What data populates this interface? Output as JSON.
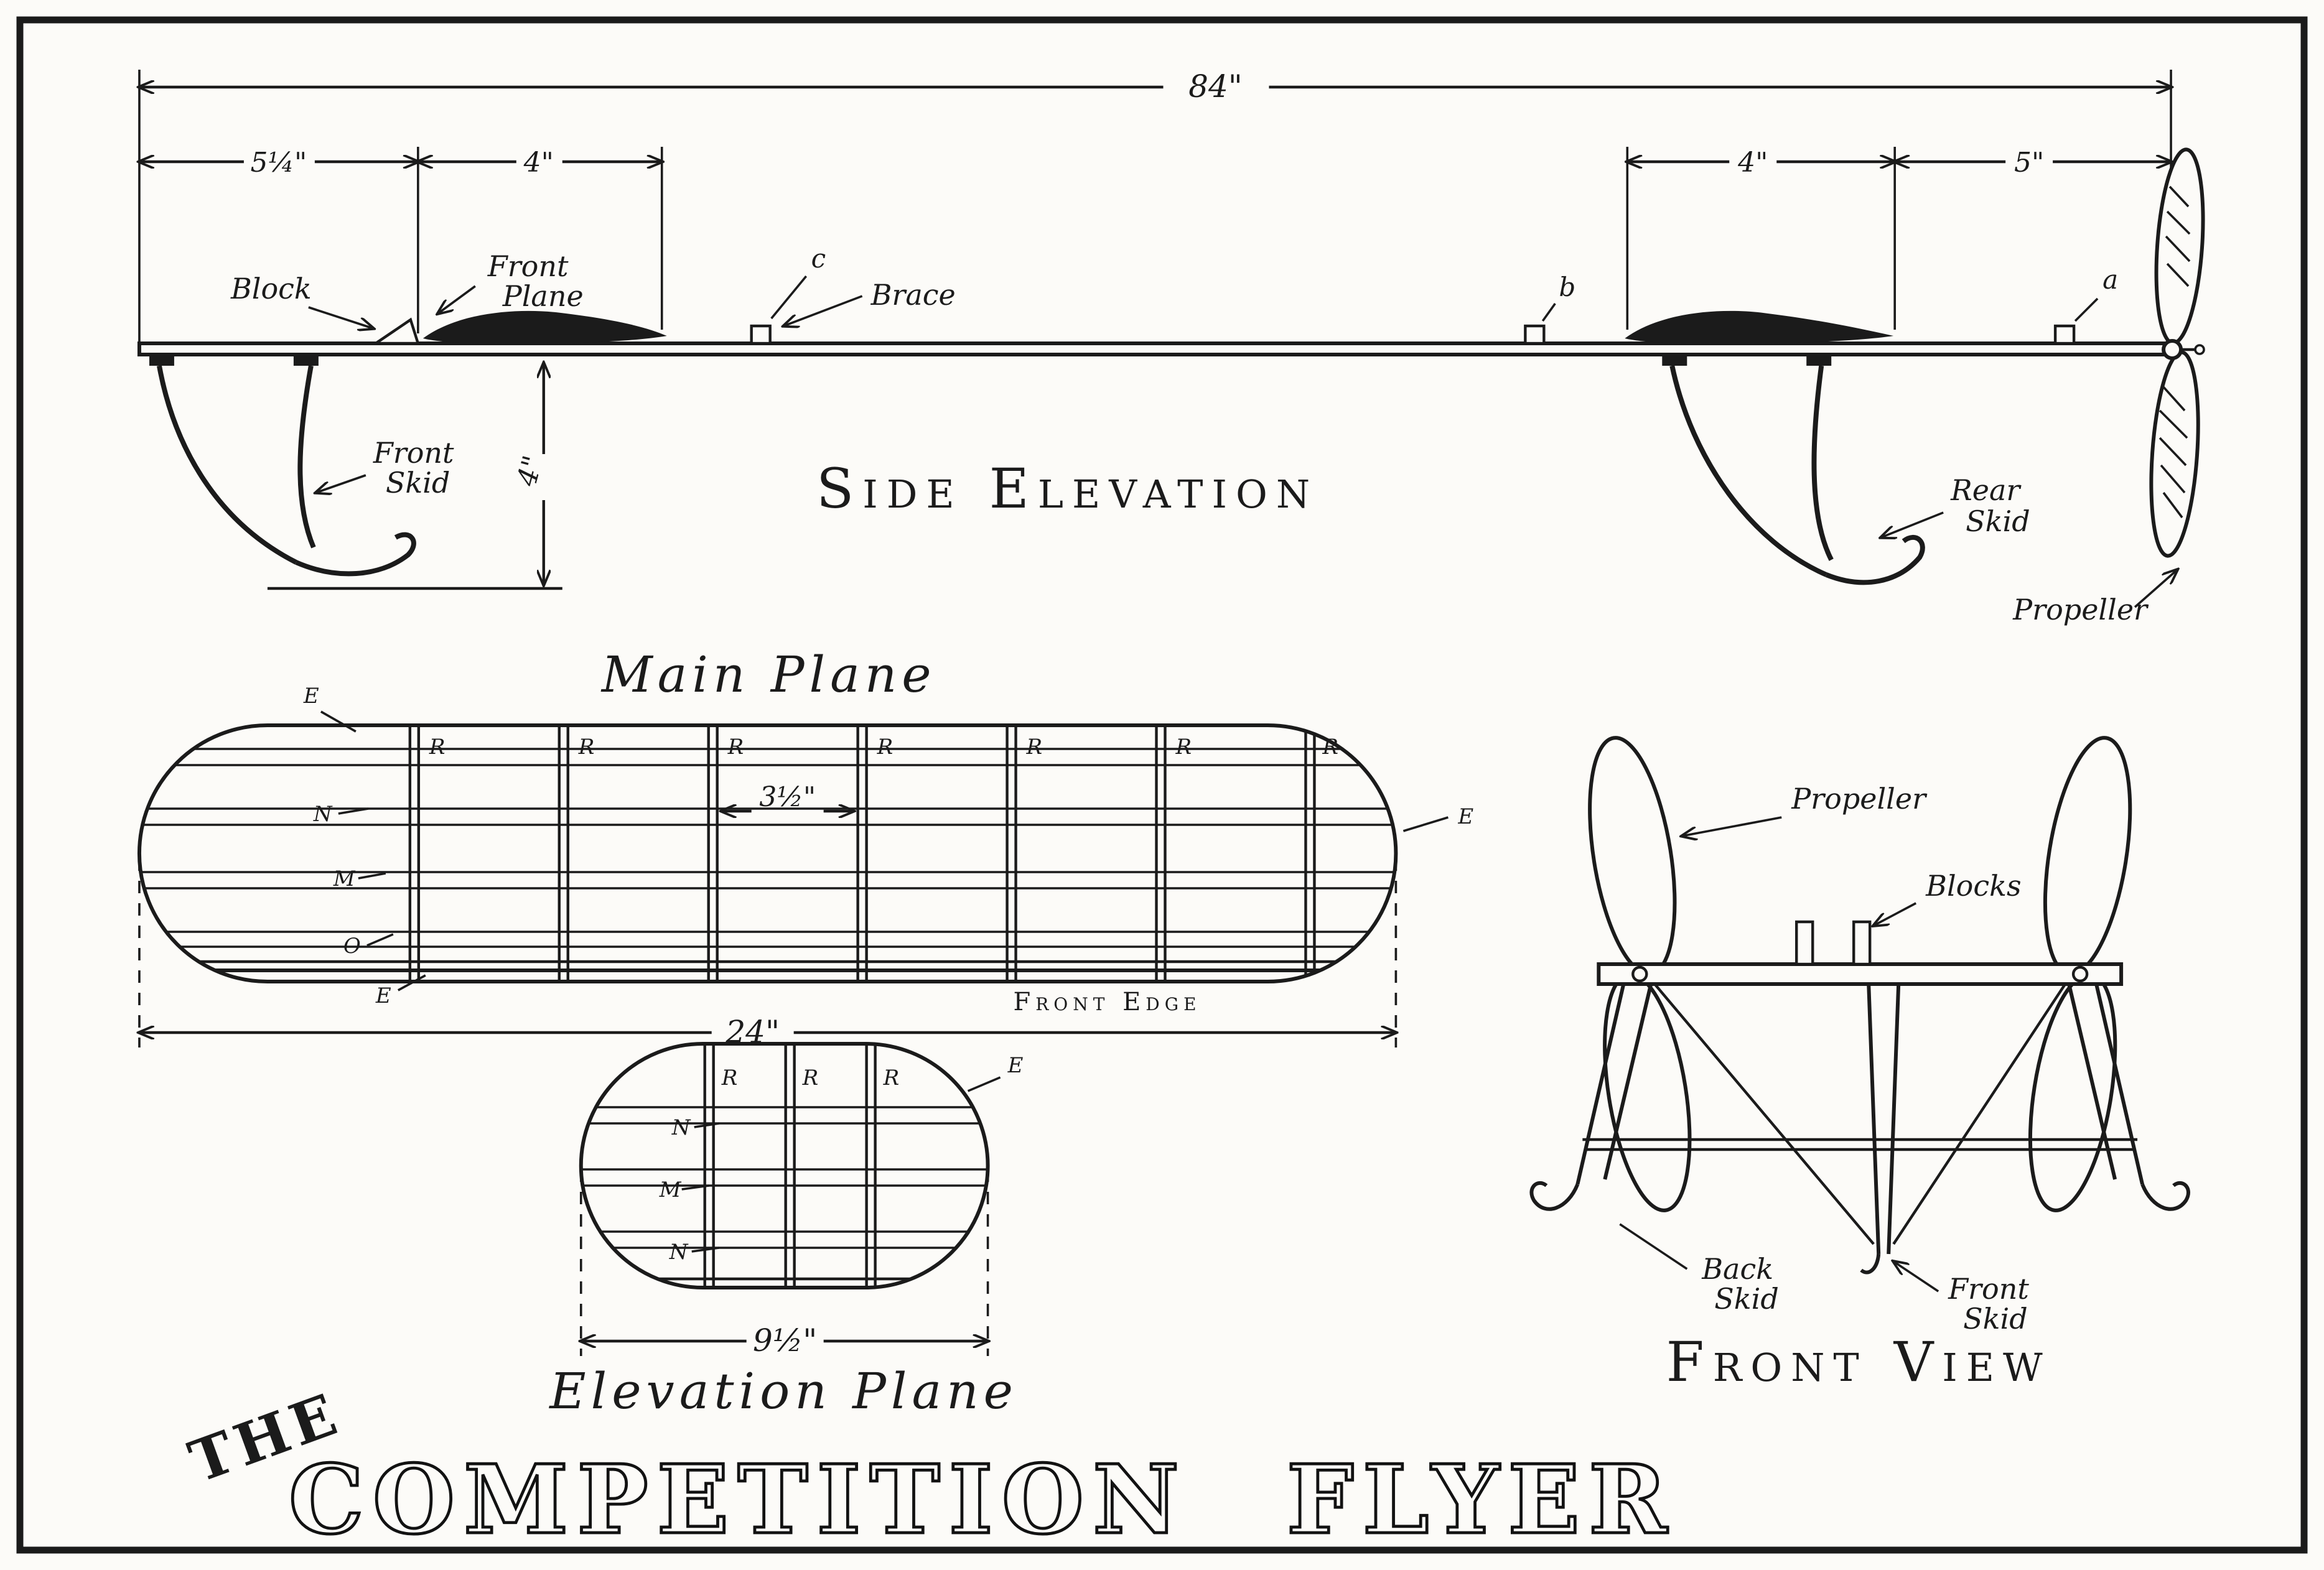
{
  "title": {
    "the": "THE",
    "main": "COMPETITION FLYER"
  },
  "side_elevation": {
    "caption": "Side Elevation",
    "dim_overall": "84\"",
    "dim_left_1": "5¼\"",
    "dim_left_2": "4\"",
    "dim_right_1": "4\"",
    "dim_right_2": "5\"",
    "dim_skid_height": "4\"",
    "label_block": "Block",
    "label_front_plane_1": "Front",
    "label_front_plane_2": "Plane",
    "label_brace": "Brace",
    "point_c": "c",
    "point_b": "b",
    "point_a": "a",
    "label_front_skid_1": "Front",
    "label_front_skid_2": "Skid",
    "label_rear_skid_1": "Rear",
    "label_rear_skid_2": "Skid",
    "label_propeller": "Propeller"
  },
  "main_plane": {
    "title": "Main Plane",
    "rib_label": "R",
    "edge_label": "E",
    "label_n": "N",
    "label_m": "M",
    "label_o": "O",
    "dim_rib_spacing": "3½\"",
    "dim_span": "24\"",
    "front_edge": "Front Edge"
  },
  "elevation_plane": {
    "caption": "Elevation Plane",
    "rib_label": "R",
    "edge_label": "E",
    "label_n1": "N",
    "label_m": "M",
    "label_n2": "N",
    "dim_span": "9½\""
  },
  "front_view": {
    "caption": "Front View",
    "label_propeller": "Propeller",
    "label_blocks": "Blocks",
    "label_back_skid_1": "Back",
    "label_back_skid_2": "Skid",
    "label_front_skid_1": "Front",
    "label_front_skid_2": "Skid"
  }
}
